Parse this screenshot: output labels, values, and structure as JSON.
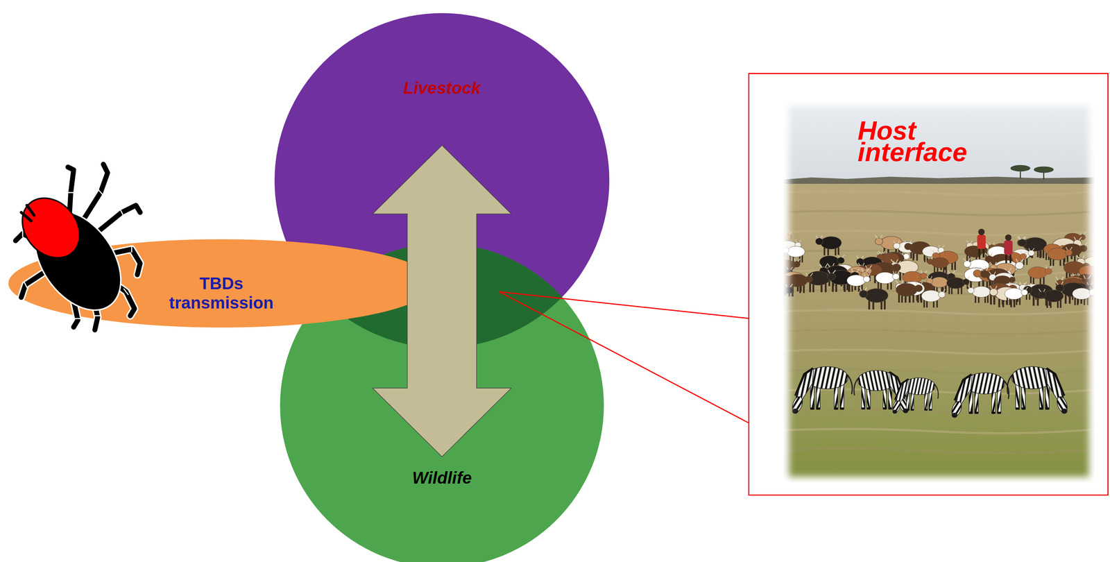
{
  "diagram": {
    "nodes": [
      {
        "text": [
          "Livestock"
        ]
      },
      {
        "text": [
          "Wildlife"
        ]
      },
      {
        "text": [
          "TBDs transmission"
        ]
      },
      {
        "text": [
          "Host interface"
        ]
      }
    ],
    "edges": [
      {
        "from": 0,
        "to": 1,
        "arrow": "both"
      }
    ]
  }
}
